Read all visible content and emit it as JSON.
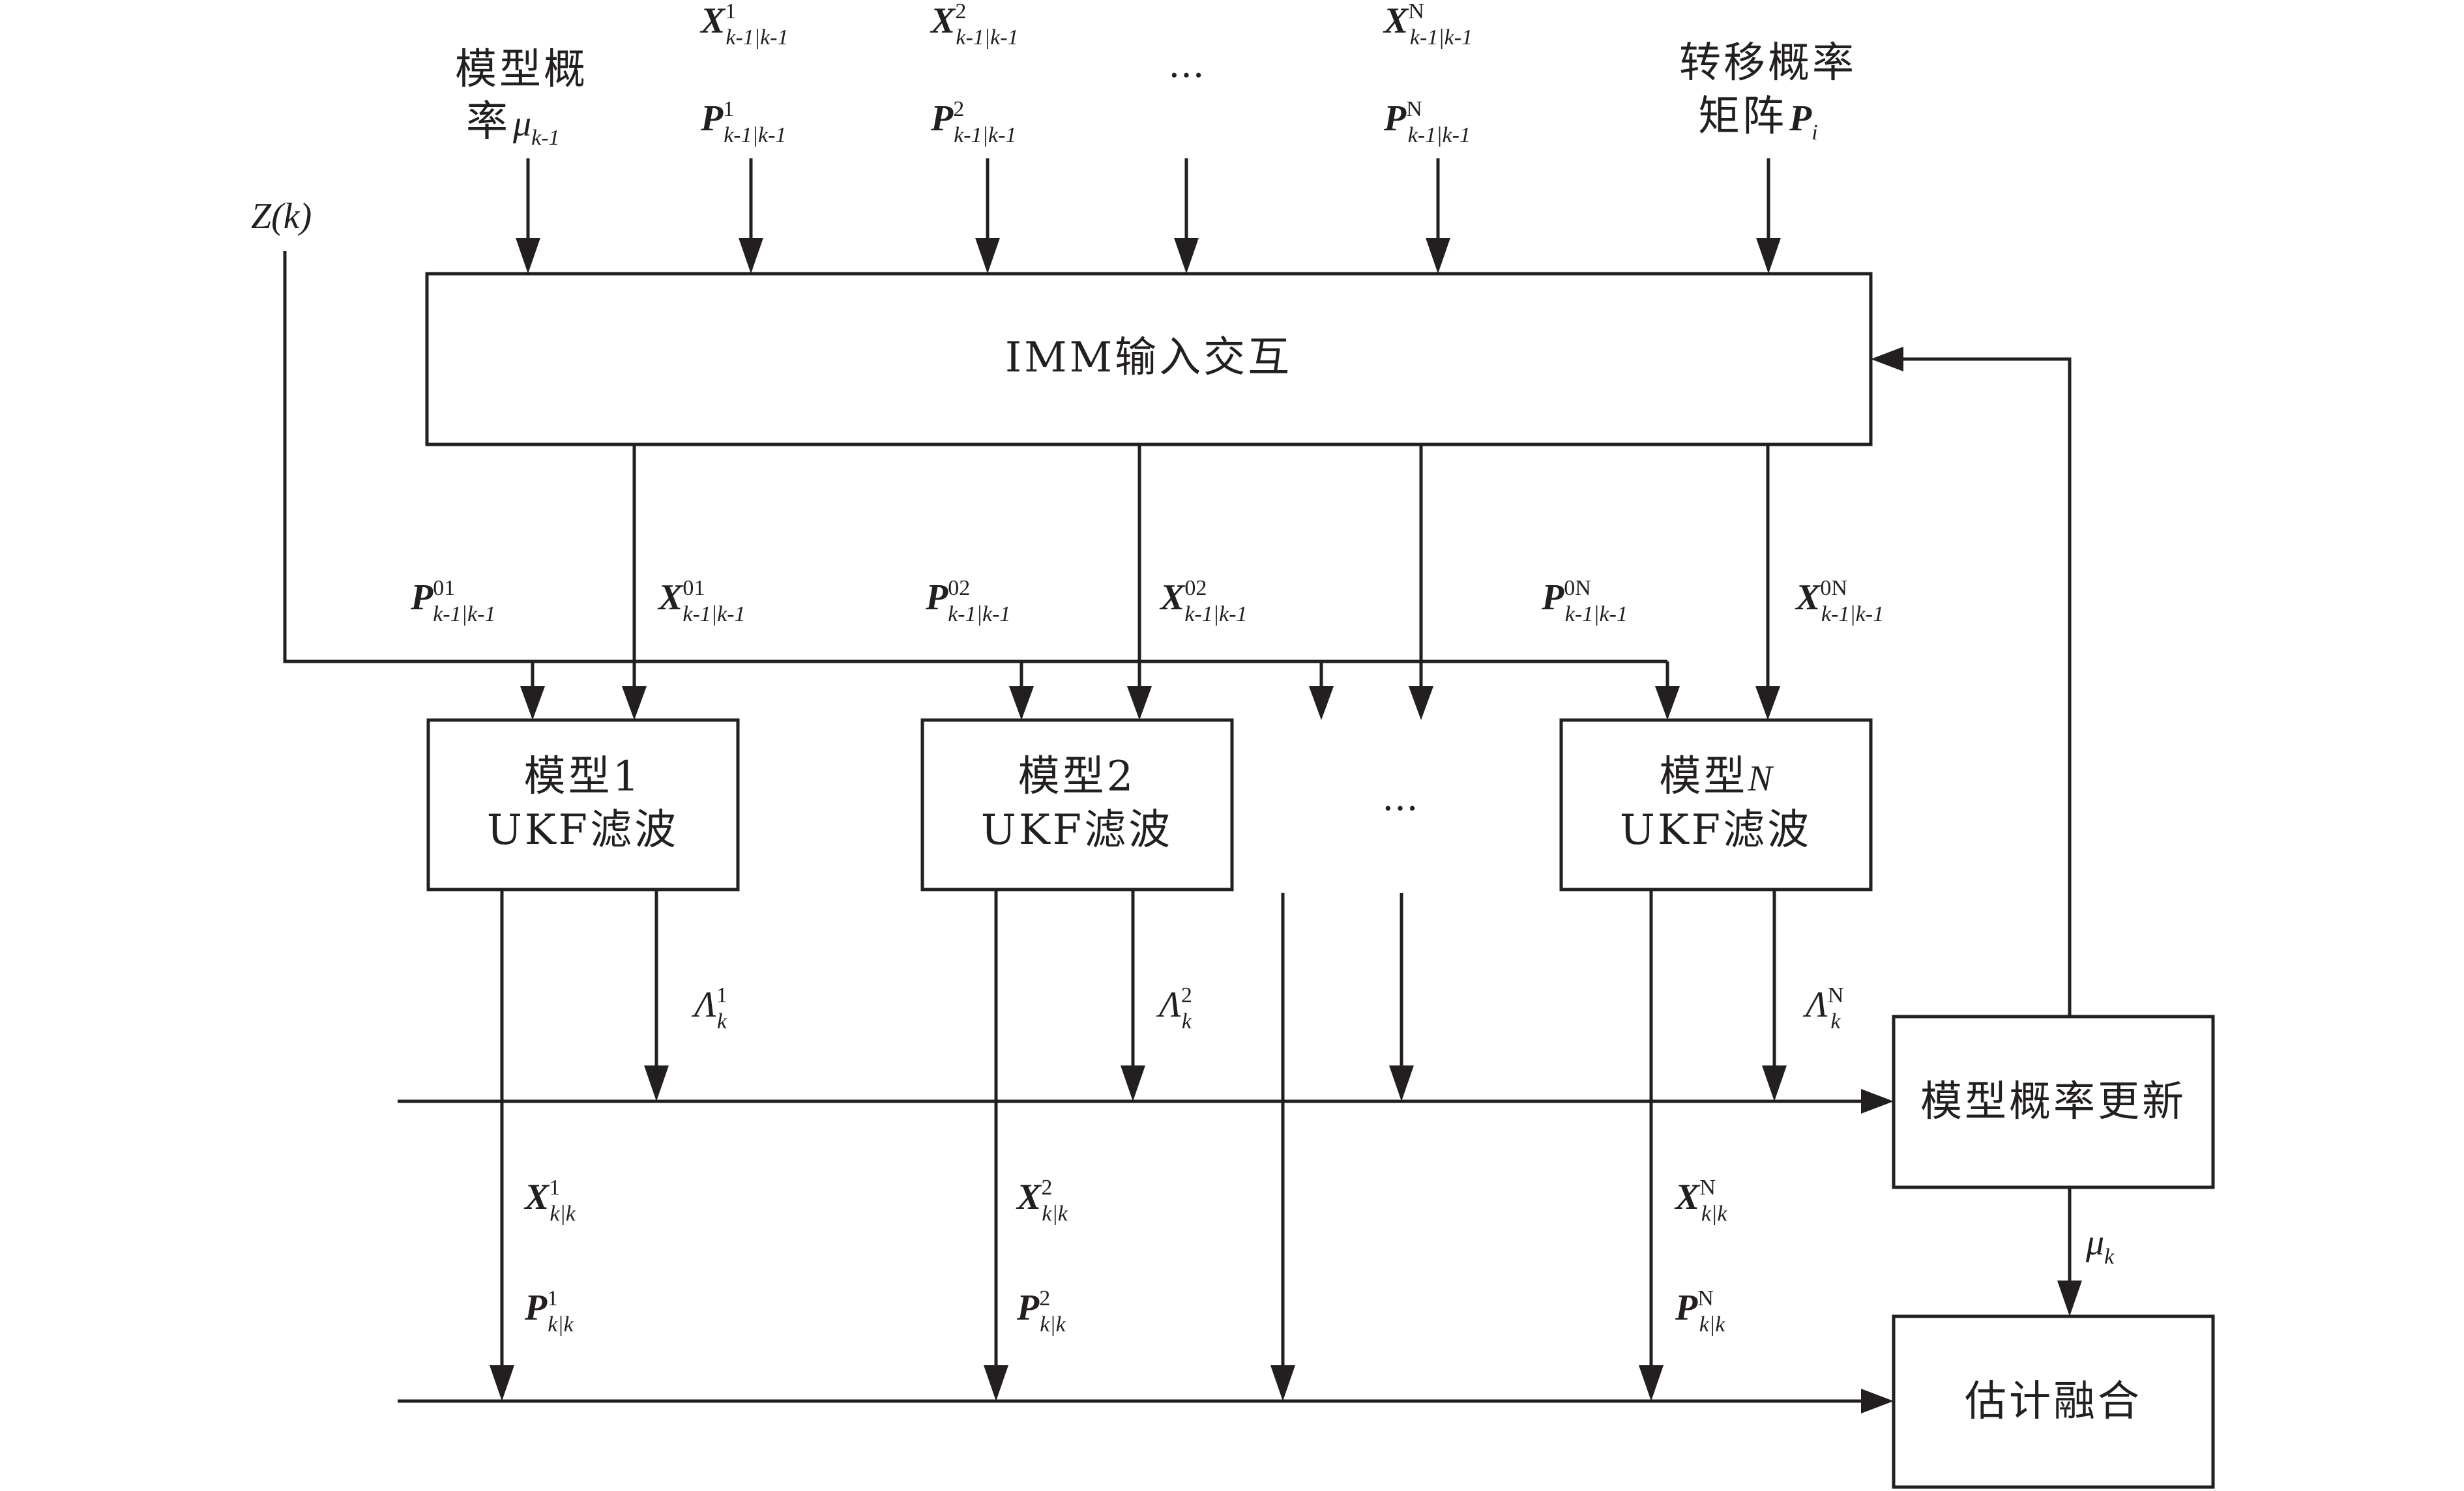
{
  "blocks": {
    "imm_interaction": "IMM输入交互",
    "model1_line1": "模型1",
    "model2_line1": "模型2",
    "modelN_line1": "模型",
    "modelN_var": "N",
    "ukf_filter": "UKF滤波",
    "prob_update": "模型概率更新",
    "fusion": "估计融合"
  },
  "inputs": {
    "model_prob_line1": "模型概",
    "model_prob_line2": "率",
    "mu": "μ",
    "mu_sub": "k-1",
    "trans_prob_line1": "转移概率",
    "trans_prob_line2": "矩阵",
    "P_bold": "P",
    "P_sub_i": "i",
    "measurement": "Z(k)",
    "ellipsis": "…"
  },
  "symbols": {
    "X": "X",
    "P": "P",
    "Lambda": "Λ",
    "mu": "μ",
    "sup_1": "1",
    "sup_2": "2",
    "sup_N": "N",
    "sup_01": "01",
    "sup_02": "02",
    "sup_0N": "0N",
    "sub_prev": "k-1|k-1",
    "sub_post": "k|k",
    "sub_k": "k"
  }
}
